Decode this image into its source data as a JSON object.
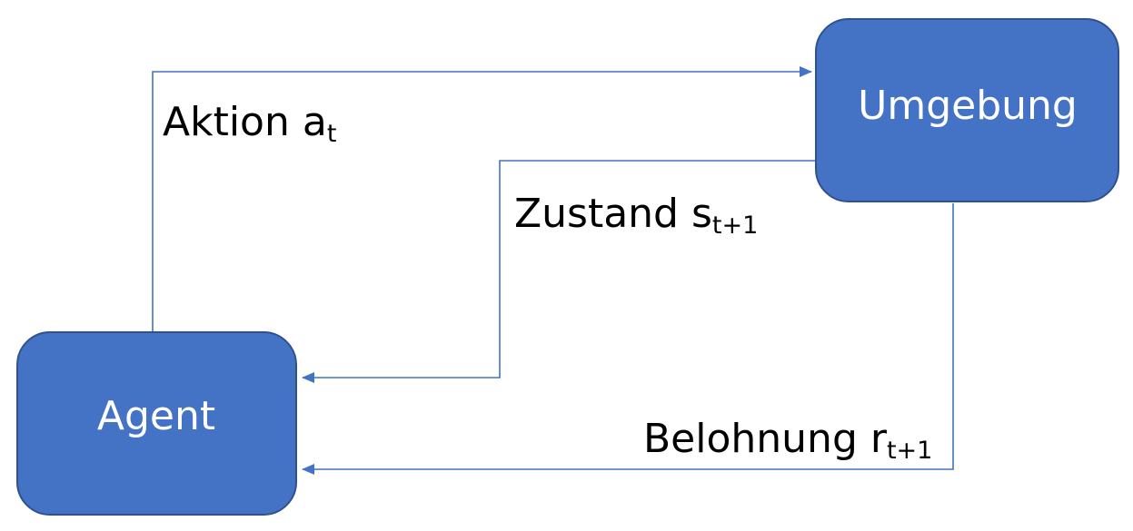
{
  "colors": {
    "node_fill": "#4472C4",
    "node_stroke": "#2F528F",
    "arrow": "#4472C4",
    "node_text": "#FFFFFF",
    "label_text": "#000000"
  },
  "nodes": {
    "environment": {
      "label": "Umgebung"
    },
    "agent": {
      "label": "Agent"
    }
  },
  "edges": {
    "action": {
      "label": "Aktion a",
      "subscript": "t"
    },
    "state": {
      "label": "Zustand s",
      "subscript": "t+1"
    },
    "reward": {
      "label": "Belohnung r",
      "subscript": "t+1"
    }
  }
}
